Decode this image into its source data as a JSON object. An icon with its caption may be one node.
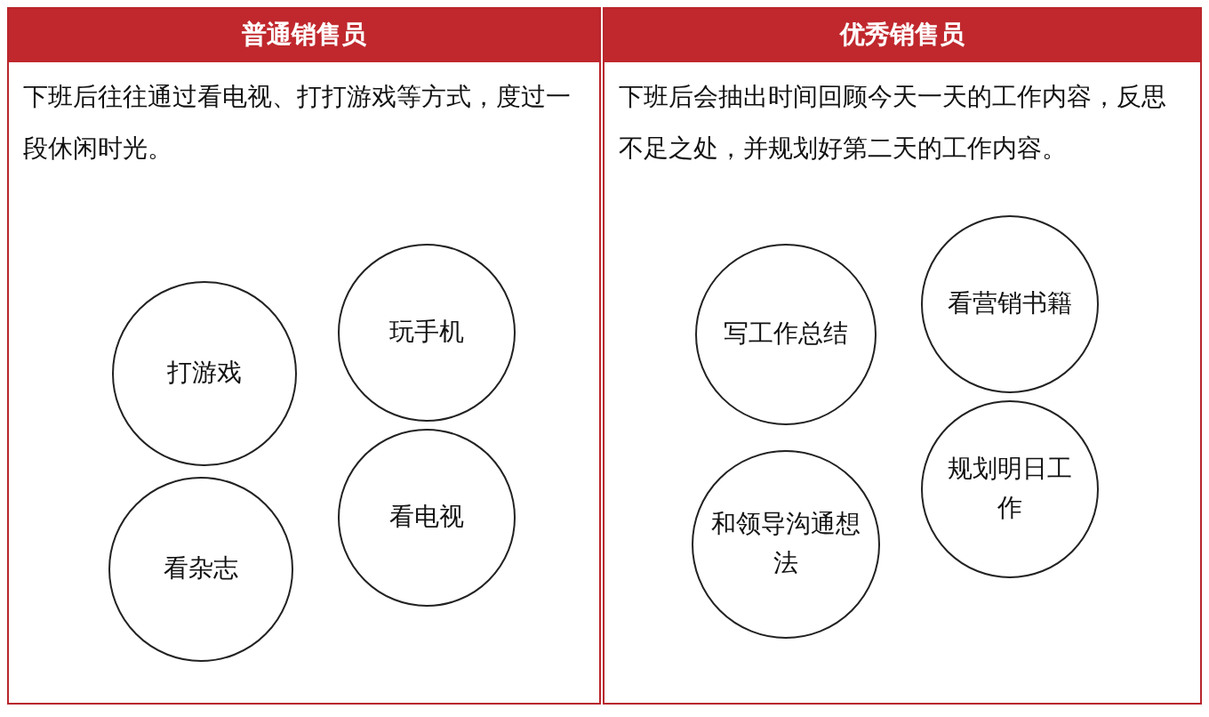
{
  "diagram": {
    "nodes": [
      {
        "text": [
          "普通销售员",
          "下班后往往通过看电视、打打游戏等方式，度过一段休闲时光。"
        ]
      },
      {
        "text": [
          "玩手机"
        ],
        "in": 0
      },
      {
        "text": [
          "打游戏"
        ],
        "in": 0
      },
      {
        "text": [
          "看电视"
        ],
        "in": 0
      },
      {
        "text": [
          "看杂志"
        ],
        "in": 0
      },
      {
        "text": [
          "优秀销售员",
          "下班后会抽出时间回顾今天一天的工作内容，反思不足之处，并规划好第二天的工作内容。"
        ]
      },
      {
        "text": [
          "看营销书籍"
        ],
        "in": 5
      },
      {
        "text": [
          "写工作总结"
        ],
        "in": 5
      },
      {
        "text": [
          "规划明日工作"
        ],
        "in": 5
      },
      {
        "text": [
          "和领导沟通想法"
        ],
        "in": 5
      }
    ]
  }
}
